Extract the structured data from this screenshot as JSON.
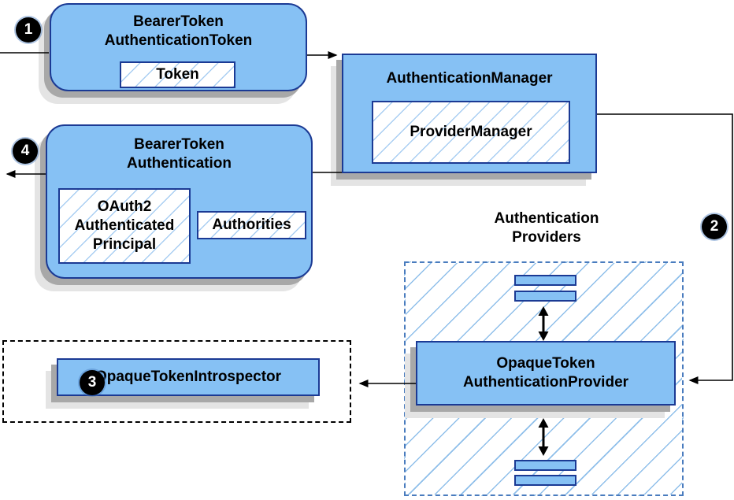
{
  "diagram": {
    "kind": "flow-diagram",
    "colors": {
      "node_fill": "#86C1F4",
      "node_border": "#1B3A94",
      "hatch_line": "#9CC6EC",
      "region_dash_border": "#4A7CBE",
      "introspector_dash_border": "#000000",
      "shadow_dark": "#A8A8A8",
      "shadow_light": "#E4E4E4",
      "connector": "#000000",
      "step_circle_bg": "#000000",
      "step_circle_text": "#FFFFFF"
    },
    "nodes": {
      "bearer_token_authentication_token": {
        "title": "BearerToken\nAuthenticationToken",
        "inner_token": "Token"
      },
      "authentication_manager": {
        "title": "AuthenticationManager",
        "inner_provider_manager": "ProviderManager"
      },
      "bearer_token_authentication": {
        "title": "BearerToken\nAuthentication",
        "inner_principal": "OAuth2\nAuthenticated\nPrincipal",
        "inner_authorities": "Authorities"
      },
      "opaque_token_authentication_provider": {
        "title": "OpaqueToken\nAuthenticationProvider"
      },
      "opaque_token_introspector": {
        "title": "OpaqueTokenIntrospector"
      }
    },
    "labels": {
      "authentication_providers": "Authentication\nProviders"
    },
    "steps": {
      "one": "1",
      "two": "2",
      "three": "3",
      "four": "4"
    }
  }
}
